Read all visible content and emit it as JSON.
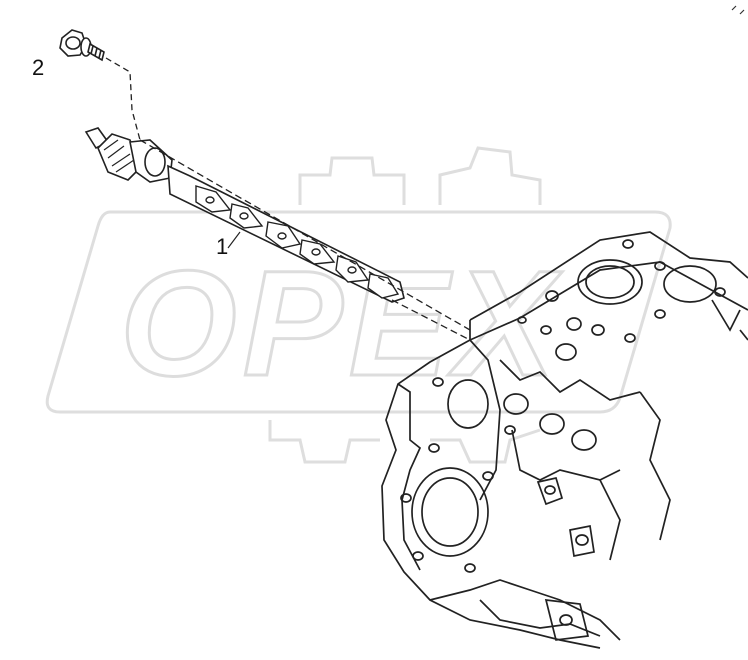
{
  "callouts": [
    {
      "id": "1",
      "label": "1"
    },
    {
      "id": "2",
      "label": "2"
    }
  ],
  "watermark": {
    "text": "OPEX"
  },
  "colors": {
    "line": "#222222",
    "watermark": "#e6e6e6"
  }
}
